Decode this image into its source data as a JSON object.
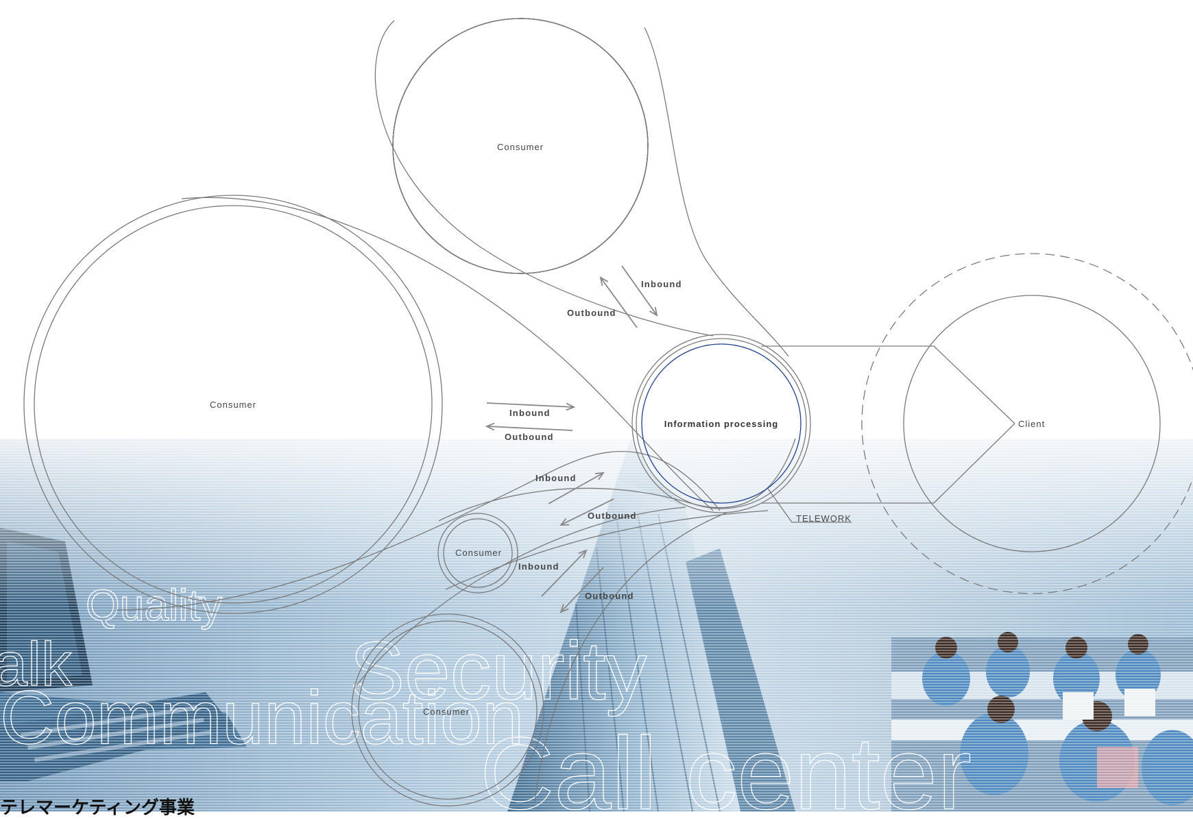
{
  "diagram": {
    "center": "Information processing",
    "consumers": [
      "Consumer",
      "Consumer",
      "Consumer",
      "Consumer"
    ],
    "client": "Client",
    "telework": "TELEWORK",
    "flows": {
      "top": {
        "in": "Inbound",
        "out": "Outbound"
      },
      "left": {
        "in": "Inbound",
        "out": "Outbound"
      },
      "lower1": {
        "in": "Inbound",
        "out": "Outbound"
      },
      "lower2": {
        "in": "Inbound",
        "out": "Outbound"
      }
    }
  },
  "background_words": {
    "quality": "Quality",
    "talk": "alk",
    "communication": "Communication",
    "security": "Security",
    "call_center": "Call center"
  },
  "footer": {
    "title": "テレマーケティング事業"
  },
  "colors": {
    "line": "#7a7a7a",
    "center_ring": "#1f3f8f",
    "bg_blue": "#8fb3cf"
  }
}
